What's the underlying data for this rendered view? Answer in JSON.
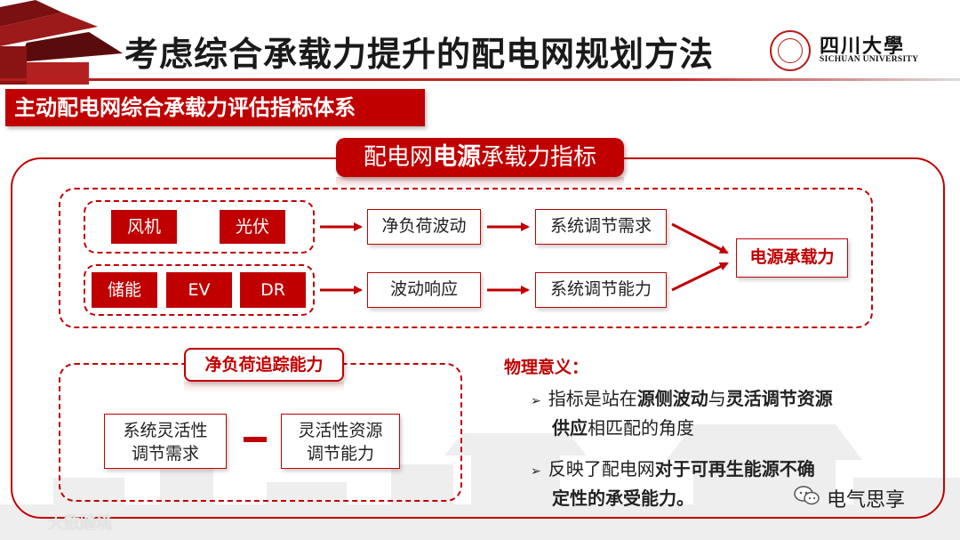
{
  "header": {
    "title": "考虑综合承载力提升的配电网规划方法",
    "logo_cn": "四川大學",
    "logo_en": "SICHUAN UNIVERSITY"
  },
  "subtitle": "主动配电网综合承载力评估指标体系",
  "section": {
    "tag_pre": "配电网",
    "tag_bold": "电源",
    "tag_post": "承载力指标"
  },
  "flow": {
    "group1": [
      "风机",
      "光伏"
    ],
    "group2": [
      "储能",
      "EV",
      "DR"
    ],
    "row1": [
      "净负荷波动",
      "系统调节需求"
    ],
    "row2": [
      "波动响应",
      "系统调节能力"
    ],
    "result": "电源承载力"
  },
  "tracking": {
    "tag": "净负荷追踪能力",
    "left": [
      "系统灵活性",
      "调节需求"
    ],
    "right": [
      "灵活性资源",
      "调节能力"
    ]
  },
  "meaning": {
    "title": "物理意义：",
    "b1": {
      "l1_a": "指标是站在",
      "l1_b": "源侧波动",
      "l1_c": "与",
      "l1_d": "灵活调节资源",
      "l2_a": "供应",
      "l2_b": "相匹配的角度"
    },
    "b2": {
      "l1_a": "反映了配电网",
      "l1_b": "对于可再生能源不确",
      "l2_a": "定性的承受能力。"
    }
  },
  "footer": {
    "wechat": "电气思享",
    "watermark": "大数踏境"
  },
  "colors": {
    "accent": "#c00000"
  }
}
